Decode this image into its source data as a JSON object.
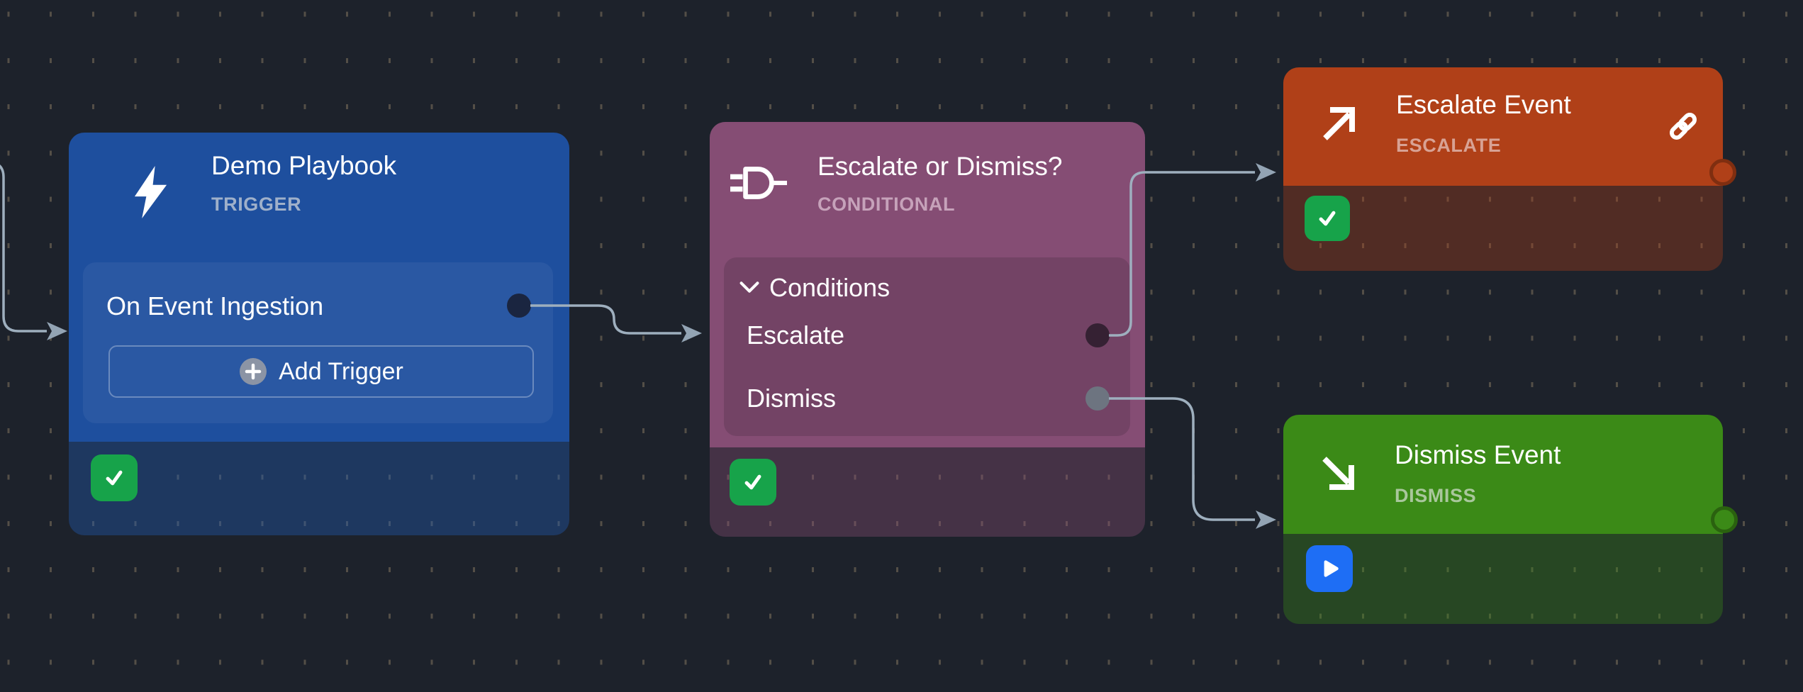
{
  "canvas": {
    "background_color": "#1d222b",
    "grid_dash_color": "#544f47",
    "edge_color": "#9eafbe"
  },
  "nodes": {
    "trigger": {
      "title": "Demo Playbook",
      "type_label": "TRIGGER",
      "accent_color": "#1e4f9e",
      "icon": "lightning-bolt",
      "row_label": "On Event Ingestion",
      "add_button_label": "Add Trigger",
      "status_icon": "check",
      "status_color": "#17a34a"
    },
    "conditional": {
      "title": "Escalate or Dismiss?",
      "type_label": "CONDITIONAL",
      "accent_color": "#854d74",
      "icon": "logic-gate",
      "section_label": "Conditions",
      "branches": [
        {
          "label": "Escalate",
          "port_color": "#352133"
        },
        {
          "label": "Dismiss",
          "port_color": "#6d7480"
        }
      ],
      "status_icon": "check",
      "status_color": "#17a34a"
    },
    "escalate": {
      "title": "Escalate Event",
      "type_label": "ESCALATE",
      "accent_color": "#b04018",
      "icon": "arrow-up-right",
      "corner_icon": "chain-link",
      "status_icon": "check",
      "status_color": "#17a34a"
    },
    "dismiss": {
      "title": "Dismiss Event",
      "type_label": "DISMISS",
      "accent_color": "#3b8a17",
      "icon": "arrow-down-right",
      "status_icon": "play",
      "status_color": "#1e6ef5"
    }
  }
}
